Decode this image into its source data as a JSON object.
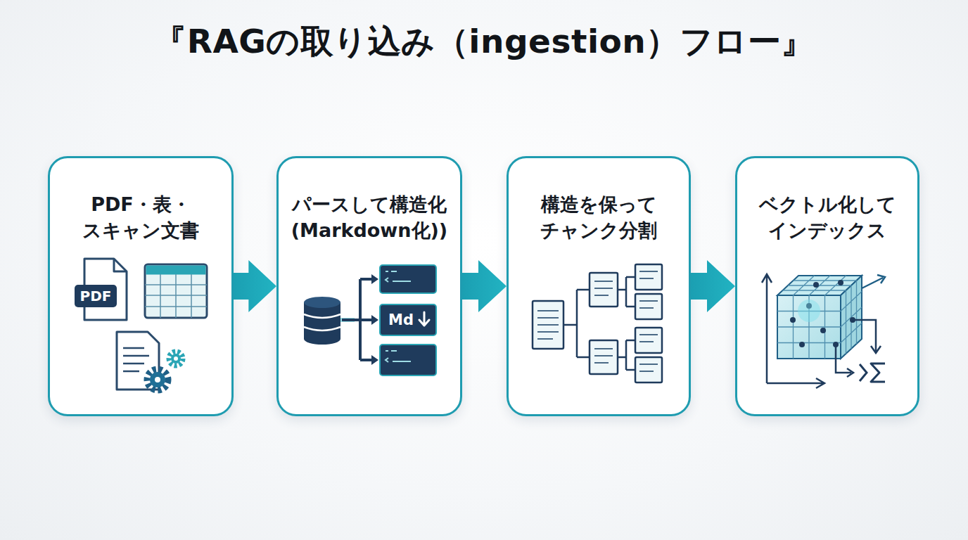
{
  "diagram": {
    "title": "『RAGの取り込み（ingestion）フロー』",
    "nodes": [
      {
        "text": [
          "PDF・表・ スキャン文書"
        ]
      },
      {
        "text": [
          "パースして構造化 (Markdown化))"
        ]
      },
      {
        "text": [
          "構造を保って チャンク分割"
        ]
      },
      {
        "text": [
          "ベクトル化して インデックス"
        ]
      }
    ],
    "edges": [
      {
        "from": 0,
        "to": 1,
        "arrow": "to"
      },
      {
        "from": 1,
        "to": 2,
        "arrow": "to"
      },
      {
        "from": 2,
        "to": 3,
        "arrow": "to"
      }
    ],
    "labels": [
      "PDF",
      "Md"
    ]
  }
}
